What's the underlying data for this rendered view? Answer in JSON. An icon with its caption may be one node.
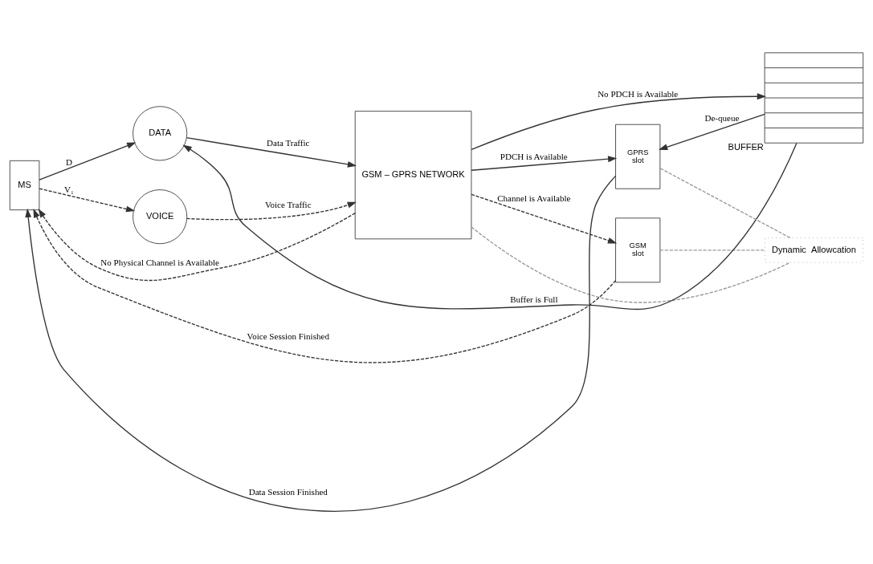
{
  "diagram": {
    "nodes": [
      {
        "text": [
          "MS"
        ]
      },
      {
        "text": [
          "VOICE"
        ]
      },
      {
        "text": [
          "DATA"
        ]
      },
      {
        "text": [
          "GSM – GPRS NETWORK"
        ]
      },
      {
        "text": [
          "GSM",
          "slot"
        ]
      },
      {
        "text": [
          "GPRS",
          "slot"
        ]
      },
      {
        "text": [
          "BUFFER"
        ]
      },
      {
        "text": [
          "Dynamic  Allowcation"
        ]
      }
    ],
    "edges": [
      {
        "from": 0,
        "to": 1,
        "arrow": "to",
        "label": "V₁",
        "style": "dashed"
      },
      {
        "from": 0,
        "to": 2,
        "arrow": "to",
        "label": "D"
      },
      {
        "from": 1,
        "to": 3,
        "arrow": "to",
        "label": "Voice Traffic",
        "style": "dashed"
      },
      {
        "from": 2,
        "to": 3,
        "arrow": "to",
        "label": "Data Traffic"
      },
      {
        "from": 3,
        "to": 0,
        "arrow": "to",
        "label": "No Physical Channel is Available",
        "style": "dashed"
      },
      {
        "from": 3,
        "to": 4,
        "arrow": "to",
        "label": "Channel is Available",
        "style": "dashed"
      },
      {
        "from": 4,
        "to": 0,
        "arrow": "to",
        "label": "Voice Session Finished",
        "style": "dashed"
      },
      {
        "from": 3,
        "to": 5,
        "arrow": "to",
        "label": "PDCH is Available"
      },
      {
        "from": 3,
        "to": 6,
        "arrow": "to",
        "label": "No PDCH is Available"
      },
      {
        "from": 6,
        "to": 2,
        "arrow": "to",
        "label": "Buffer is Full"
      },
      {
        "from": 6,
        "to": 5,
        "arrow": "to",
        "label": "De-queue"
      },
      {
        "from": 5,
        "to": 0,
        "arrow": "to",
        "label": "Data Session Finished"
      },
      {
        "from": 4,
        "to": 7,
        "arrow": "none",
        "style": "dashed",
        "color": "#999999"
      },
      {
        "from": 7,
        "to": 5,
        "arrow": "none",
        "style": "dashed",
        "color": "#999999"
      },
      {
        "from": 3,
        "to": 7,
        "arrow": "none",
        "style": "dashed",
        "color": "#999999"
      }
    ]
  }
}
